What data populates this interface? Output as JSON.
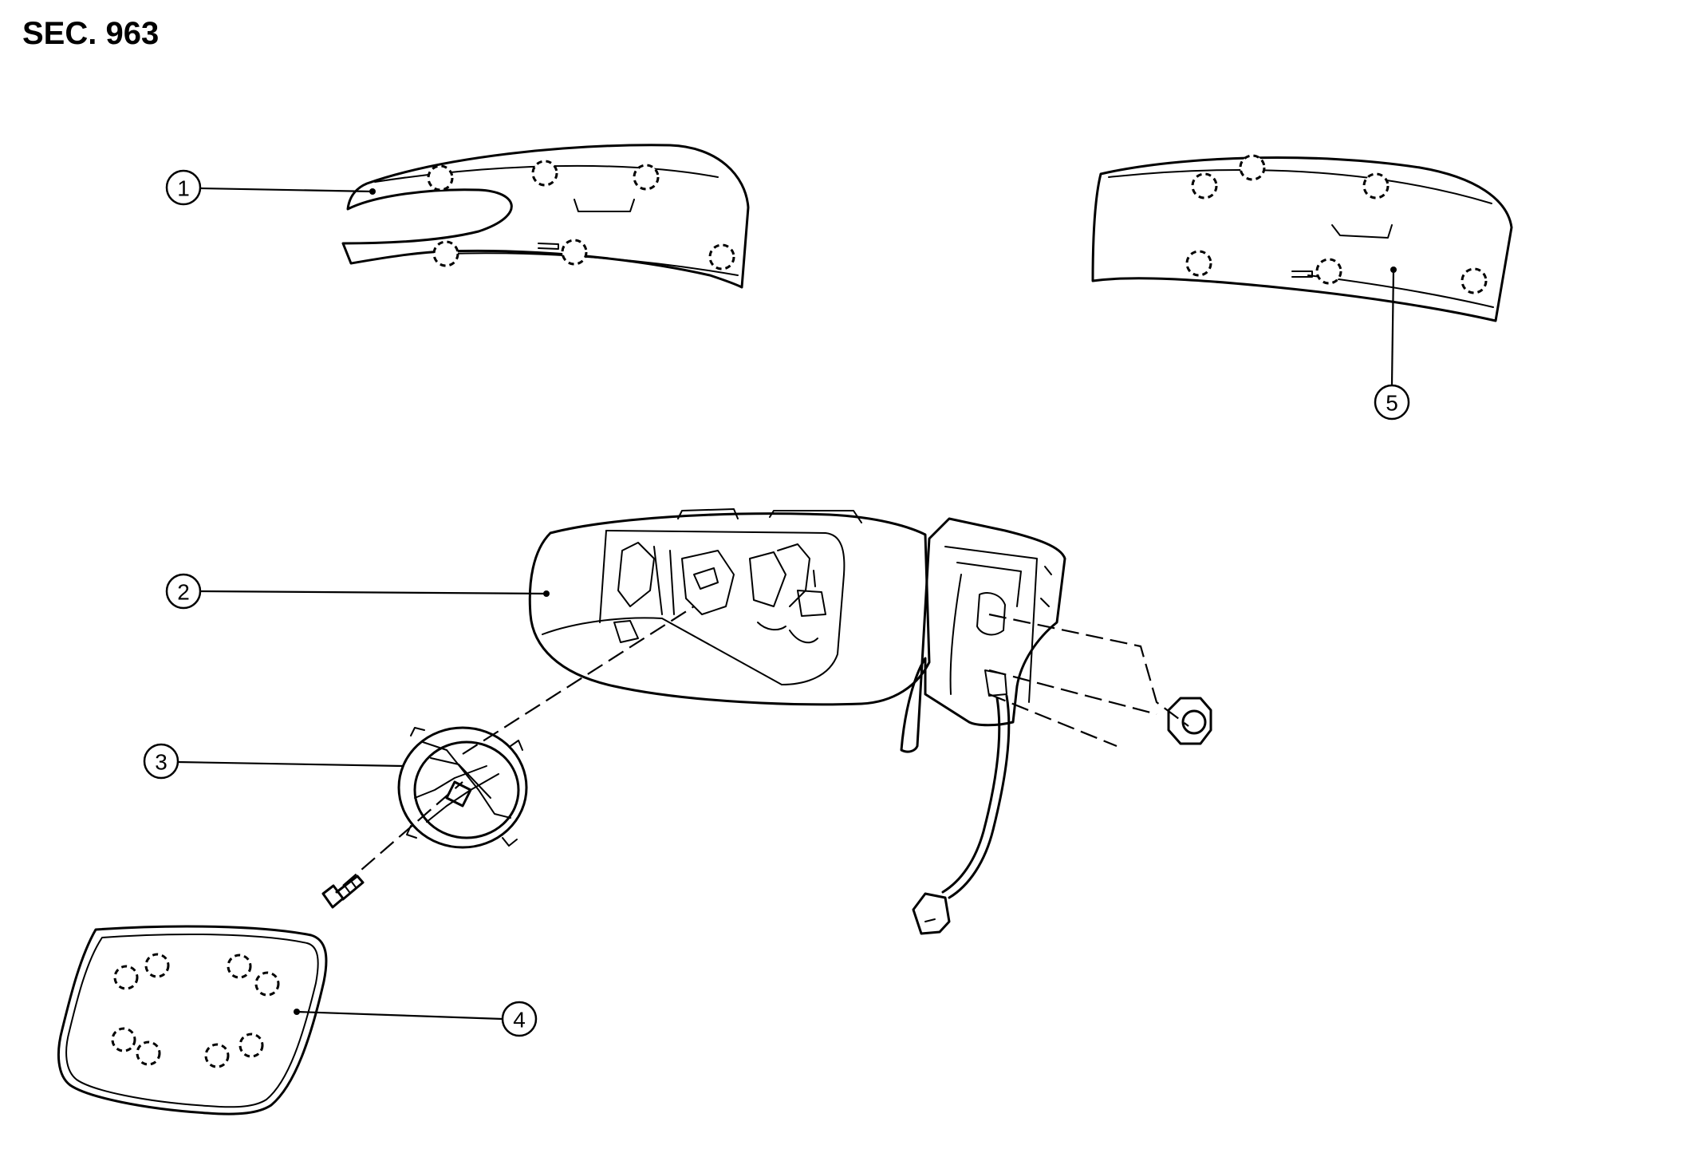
{
  "section": {
    "label": "SEC. 963"
  },
  "callouts": [
    {
      "id": "1"
    },
    {
      "id": "2"
    },
    {
      "id": "3"
    },
    {
      "id": "4"
    },
    {
      "id": "5"
    }
  ],
  "colors": {
    "line": "#000000",
    "background": "#ffffff"
  }
}
